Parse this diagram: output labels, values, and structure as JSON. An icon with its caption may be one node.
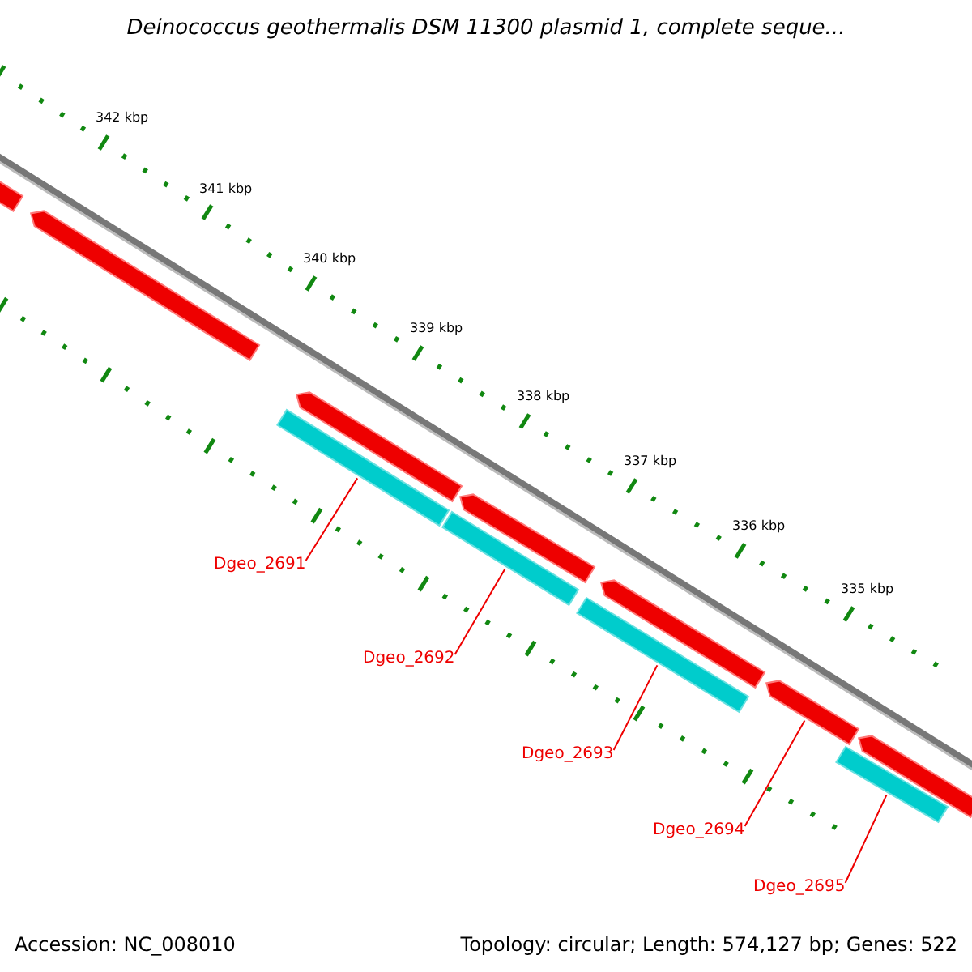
{
  "diagram": {
    "title": "Deinococcus geothermalis DSM 11300 plasmid 1, complete seque...",
    "nodes": [
      {
        "text": [
          "Dgeo_2691"
        ]
      },
      {
        "text": [
          "Dgeo_2692"
        ]
      },
      {
        "text": [
          "Dgeo_2693"
        ]
      },
      {
        "text": [
          "Dgeo_2694"
        ]
      },
      {
        "text": [
          "Dgeo_2695"
        ]
      },
      {
        "text": [],
        "shape": "bar"
      },
      {
        "text": [],
        "shape": "bar"
      },
      {
        "text": [],
        "shape": "bar"
      },
      {
        "text": [],
        "shape": "bar"
      },
      {
        "text": [],
        "shape": "bar"
      },
      {
        "text": [],
        "shape": "bar"
      },
      {
        "text": [],
        "shape": "bar"
      },
      {
        "text": [],
        "shape": "bar"
      },
      {
        "text": [],
        "shape": "bar"
      },
      {
        "text": [],
        "shape": "bar"
      },
      {
        "text": [],
        "shape": "bar"
      }
    ],
    "edges": [
      {
        "from": 0,
        "to": 7,
        "arrow": "none"
      },
      {
        "from": 1,
        "to": 9,
        "arrow": "none"
      },
      {
        "from": 2,
        "to": 11,
        "arrow": "none"
      },
      {
        "from": 3,
        "to": 13,
        "arrow": "none"
      },
      {
        "from": 4,
        "to": 14,
        "arrow": "none"
      }
    ],
    "labels": [
      "342 kbp",
      "341 kbp",
      "340 kbp",
      "339 kbp",
      "338 kbp",
      "337 kbp",
      "336 kbp",
      "335 kbp",
      "Accession: NC_008010",
      "Topology: circular; Length: 574,127 bp; Genes: 522"
    ]
  }
}
